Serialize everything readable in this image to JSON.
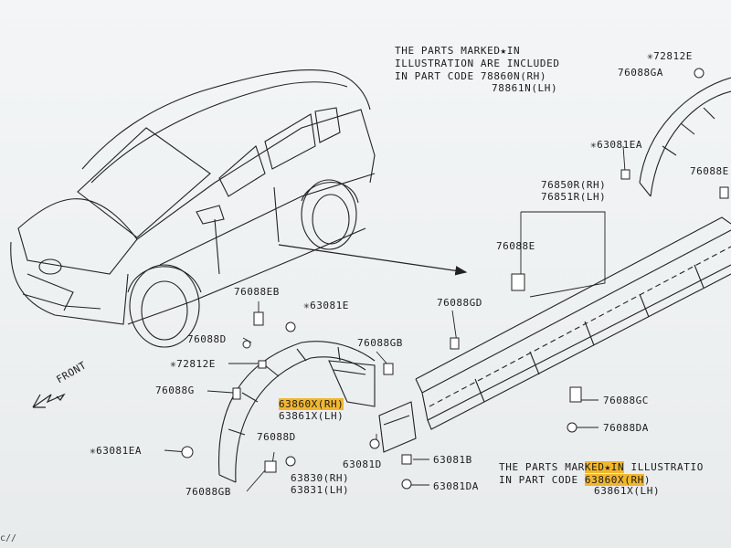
{
  "notes": {
    "top": {
      "line1": "THE PARTS MARKED★IN",
      "line2": "ILLUSTRATION ARE INCLUDED",
      "line3": "IN PART CODE 78860N(RH)",
      "line4": "78861N(LH)"
    },
    "bottom": {
      "line1a": "THE PARTS MAR",
      "line1b": "KED★IN",
      "line1c": " ILLUSTRATIO",
      "line2a": "IN PART CODE ",
      "line2b": "63860X(RH",
      "line2c": ")",
      "line3": "63861X(LH)"
    }
  },
  "labels": {
    "p72812E_top": "✳72812E",
    "p76088GA": "76088GA",
    "p63081EA_top": "✳63081EA",
    "p76088E_right": "76088E",
    "p76850R": "76850R(RH)",
    "p76851R": "76851R(LH)",
    "p76088E": "76088E",
    "p76088EB": "76088EB",
    "p63081E": "✳63081E",
    "p76088GD": "76088GD",
    "p76088D_top": "76088D",
    "p76088GB_top": "76088GB",
    "p72812E": "✳72812E",
    "p76088G": "76088G",
    "p63860X": "63860X(RH)",
    "p63861X": "63861X(LH)",
    "p76088GC": "76088GC",
    "p76088DA": "76088DA",
    "p76088D": "76088D",
    "p63081EA": "✳63081EA",
    "p63081D": "63081D",
    "p63081B": "63081B",
    "p63830": "63830(RH)",
    "p63831": "63831(LH)",
    "p63081DA": "63081DA",
    "p76088GB": "76088GB",
    "front": "FRONT"
  },
  "corner_text": "c//",
  "colors": {
    "highlight": "#f2b62e",
    "ink": "#1c1c1c",
    "paper": "#eef1f2"
  }
}
